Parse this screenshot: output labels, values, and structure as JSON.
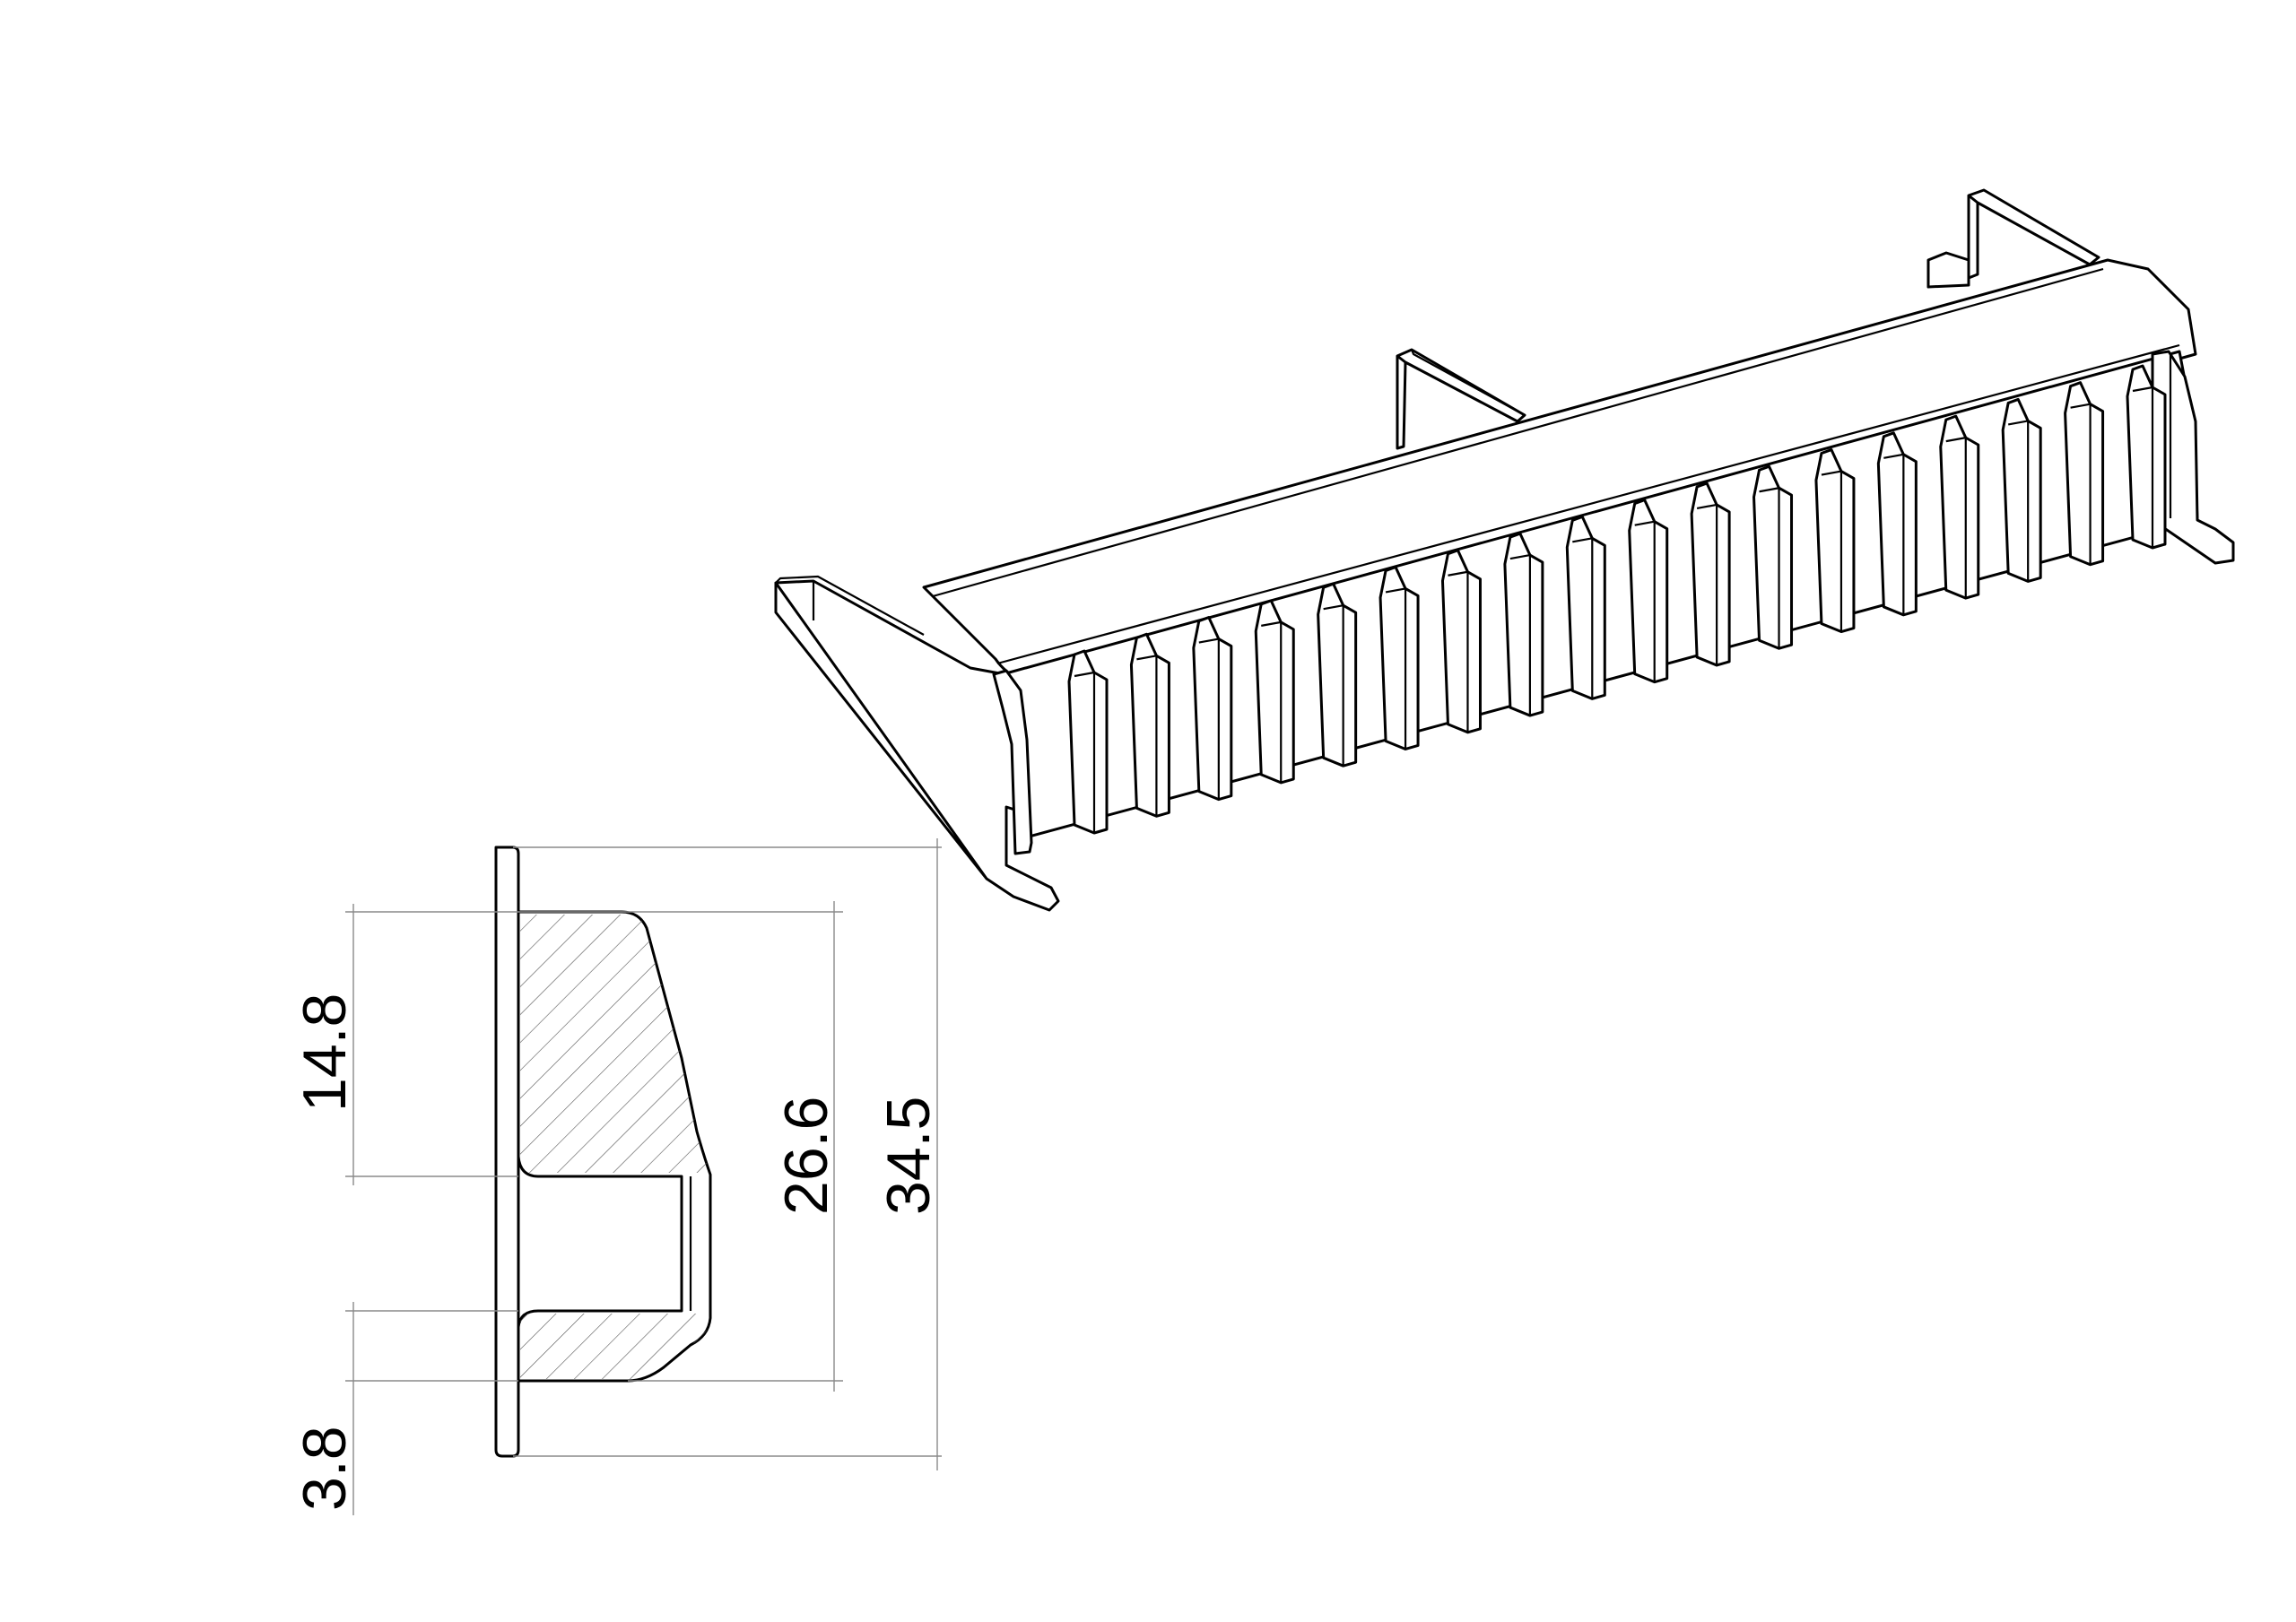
{
  "dimensions": {
    "upper_height": "14.8",
    "lower_lip": "3.8",
    "inner_height": "26.6",
    "total_height": "34.5"
  },
  "colors": {
    "line": "#000000",
    "dimension_line": "#8a8a8a",
    "background": "#ffffff"
  }
}
